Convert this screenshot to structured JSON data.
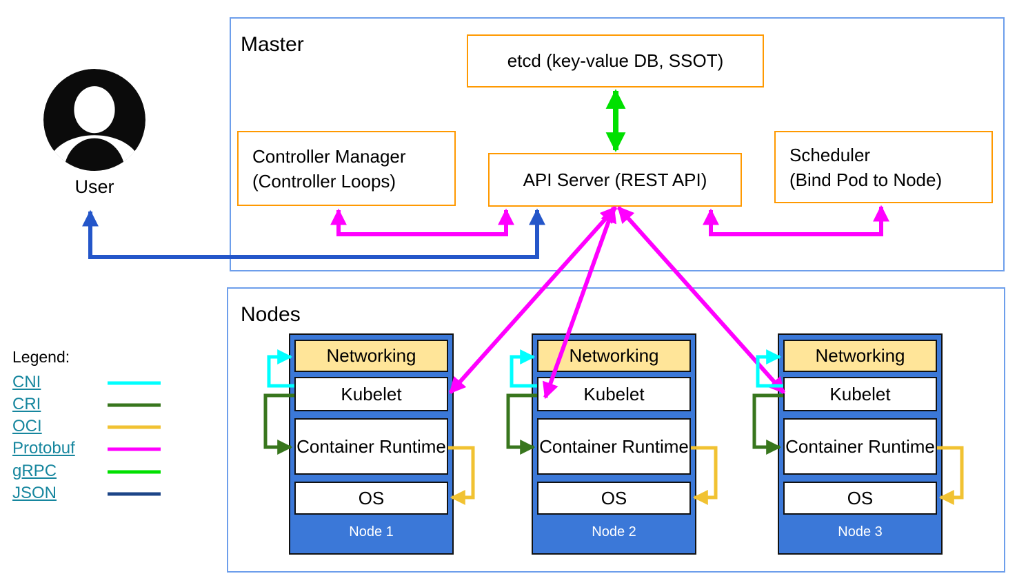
{
  "user": {
    "label": "User"
  },
  "master": {
    "label": "Master",
    "etcd": {
      "label": "etcd (key-value DB, SSOT)"
    },
    "controller_manager": {
      "line1": "Controller Manager",
      "line2": "(Controller Loops)"
    },
    "api_server": {
      "label": "API Server (REST API)"
    },
    "scheduler": {
      "line1": "Scheduler",
      "line2": "(Bind Pod to Node)"
    }
  },
  "nodes_section": {
    "label": "Nodes",
    "components": {
      "networking": "Networking",
      "kubelet": "Kubelet",
      "container_runtime": "Container Runtime",
      "os": "OS"
    },
    "nodes": [
      {
        "title": "Node 1"
      },
      {
        "title": "Node 2"
      },
      {
        "title": "Node 3"
      }
    ]
  },
  "legend": {
    "heading": "Legend:",
    "items": [
      {
        "label": "CNI",
        "color": "#00ffff"
      },
      {
        "label": "CRI",
        "color": "#38761d"
      },
      {
        "label": "OCI",
        "color": "#f1c232"
      },
      {
        "label": "Protobuf",
        "color": "#ff00ff"
      },
      {
        "label": "gRPC",
        "color": "#00e000"
      },
      {
        "label": "JSON",
        "color": "#1c4587"
      }
    ]
  },
  "colors": {
    "cni": "#00ffff",
    "cri": "#38761d",
    "oci": "#f1c232",
    "protobuf": "#ff00ff",
    "grpc": "#00e000",
    "json": "#1c4587",
    "user_arrow": "#2456c9",
    "orange": "#ff9900",
    "section_border": "#6d9eeb",
    "node_fill": "#3b78d8",
    "networking_fill": "#ffe599",
    "link_text": "#16869e"
  }
}
